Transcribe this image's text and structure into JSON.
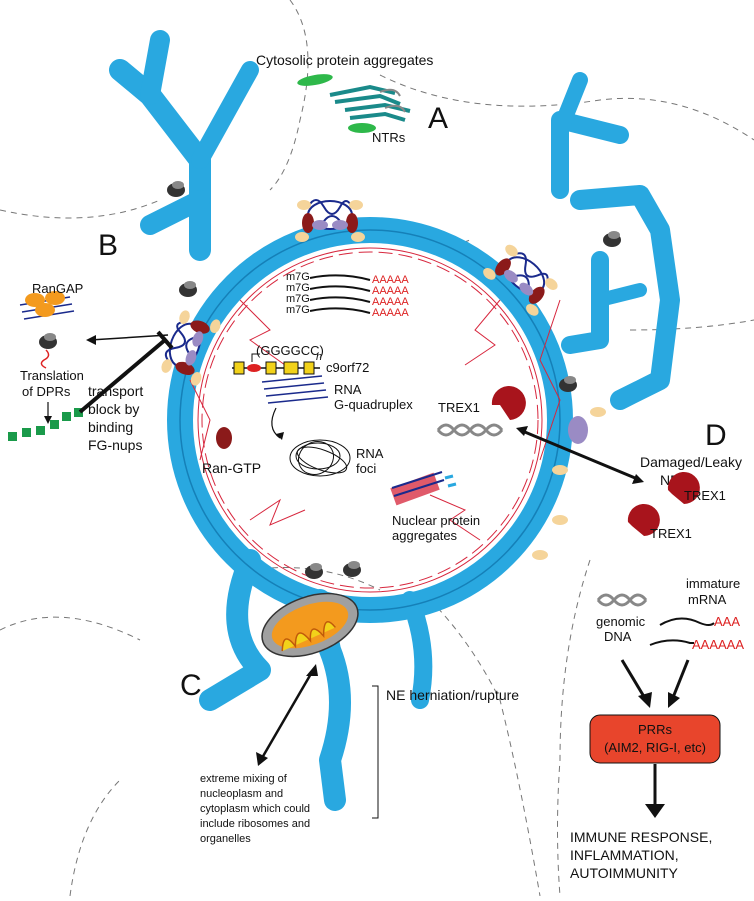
{
  "panels": {
    "a": "A",
    "b": "B",
    "c": "C",
    "d": "D"
  },
  "labels": {
    "cytosolic_aggregates": "Cytosolic protein aggregates",
    "ntrs": "NTRs",
    "rangap": "RanGAP",
    "translation_line1": "Translation",
    "translation_line2": "of DPRs",
    "transport_line1": "transport",
    "transport_line2": "block by",
    "transport_line3": "binding",
    "transport_line4": "FG-nups",
    "ran_gtp": "Ran-GTP",
    "m7g": "m7G",
    "polya": "AAAAA",
    "ggggcc": "(GGGGCC)",
    "ggggcc_n": "n",
    "c9orf72": "c9orf72",
    "rna_gq_line1": "RNA",
    "rna_gq_line2": "G-quadruplex",
    "rna_foci_line1": "RNA",
    "rna_foci_line2": "foci",
    "trex1": "TREX1",
    "nuclear_agg_line1": "Nuclear protein",
    "nuclear_agg_line2": "aggregates",
    "damaged_line1": "Damaged/Leaky",
    "damaged_line2": "NPC",
    "genomic_line1": "genomic",
    "genomic_line2": "DNA",
    "immature_line1": "immature",
    "immature_line2": "mRNA",
    "polya_short": "AAA",
    "polya_long": "AAAAAA",
    "prrs_line1": "PRRs",
    "prrs_line2": "(AIM2, RIG-I, etc)",
    "immune_line1": "IMMUNE RESPONSE,",
    "immune_line2": "INFLAMMATION,",
    "immune_line3": "AUTOIMMUNITY",
    "ne_herniation": "NE herniation/rupture",
    "mixing_line1": "extreme mixing of",
    "mixing_line2": "nucleoplasm and",
    "mixing_line3": "cytoplasm which could",
    "mixing_line4": "include ribosomes and",
    "mixing_line5": "organelles"
  },
  "colors": {
    "membrane": "#29a8e0",
    "lamina": "#d7263d",
    "fg_nups": "#1a2a8c",
    "prr_box": "#e8452c",
    "trex1": "#a8141c",
    "dpr": "#1a9a4a",
    "rangap": "#f39a1e",
    "ran_gtp": "#8b1a1a"
  }
}
